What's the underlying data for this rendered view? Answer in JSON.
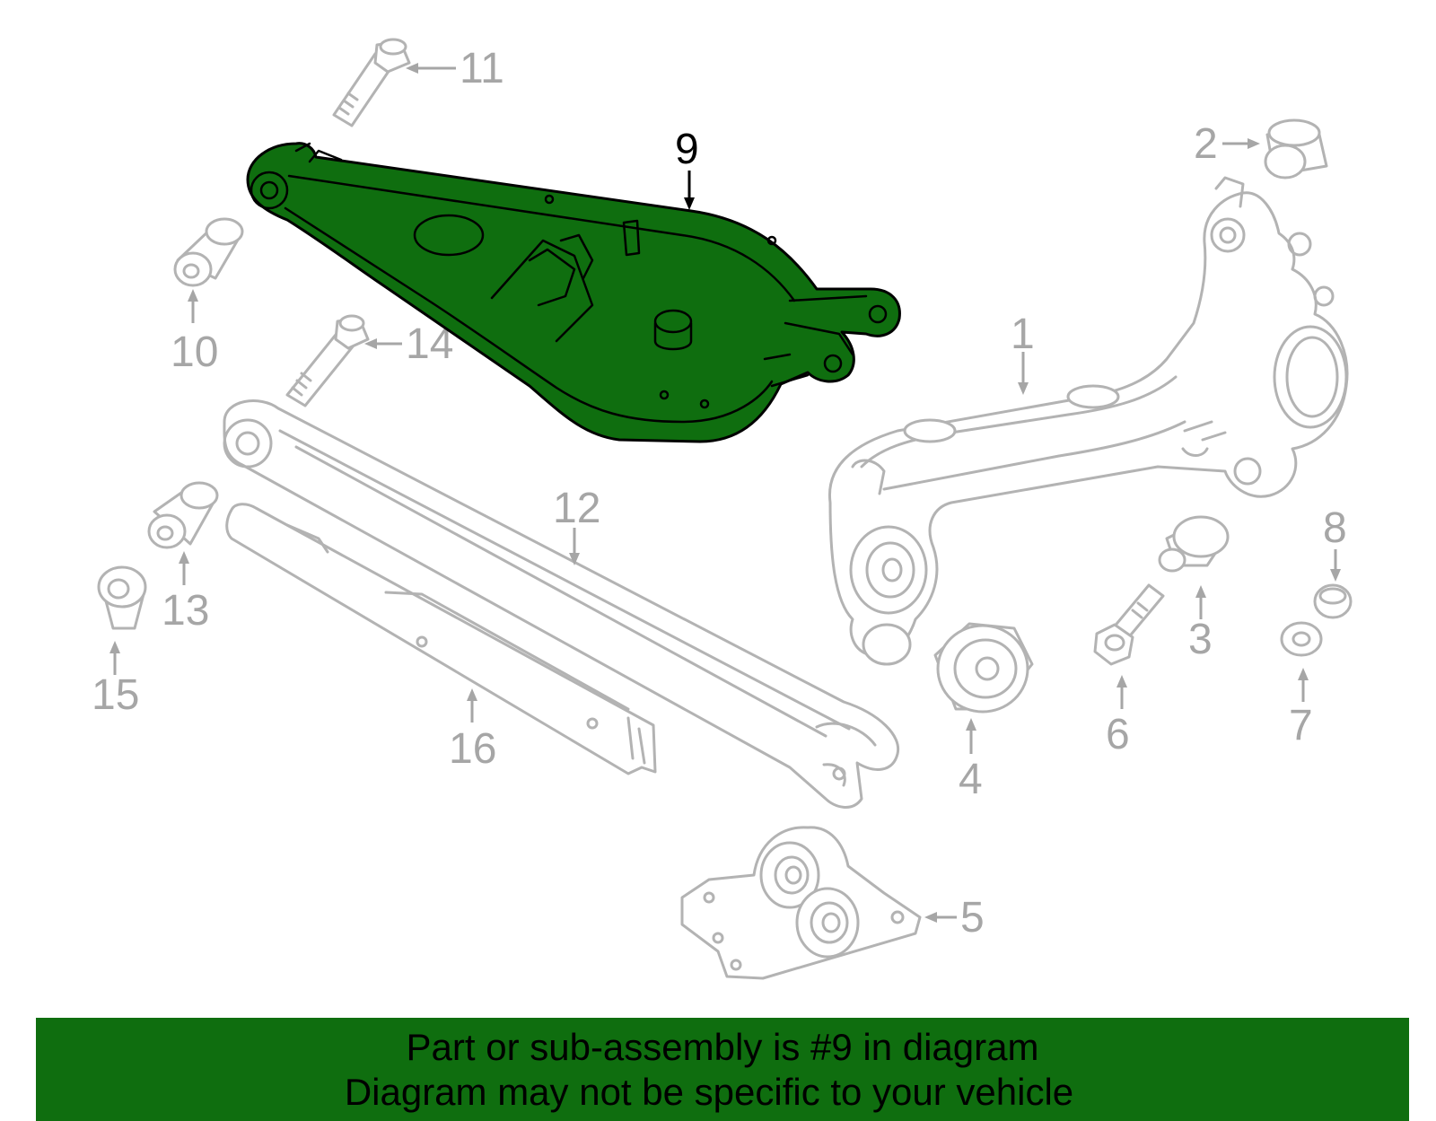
{
  "diagram": {
    "highlight_color": "#0f6e0f",
    "callouts": [
      {
        "id": "1",
        "label": "1"
      },
      {
        "id": "2",
        "label": "2"
      },
      {
        "id": "3",
        "label": "3"
      },
      {
        "id": "4",
        "label": "4"
      },
      {
        "id": "5",
        "label": "5"
      },
      {
        "id": "6",
        "label": "6"
      },
      {
        "id": "7",
        "label": "7"
      },
      {
        "id": "8",
        "label": "8"
      },
      {
        "id": "9",
        "label": "9"
      },
      {
        "id": "10",
        "label": "10"
      },
      {
        "id": "11",
        "label": "11"
      },
      {
        "id": "12",
        "label": "12"
      },
      {
        "id": "13",
        "label": "13"
      },
      {
        "id": "14",
        "label": "14"
      },
      {
        "id": "15",
        "label": "15"
      },
      {
        "id": "16",
        "label": "16"
      }
    ],
    "highlighted_part": "9"
  },
  "banner": {
    "line1": "Part or sub-assembly is #9 in diagram",
    "line2": "Diagram may not be specific to your vehicle",
    "background": "#0f6e0f"
  }
}
